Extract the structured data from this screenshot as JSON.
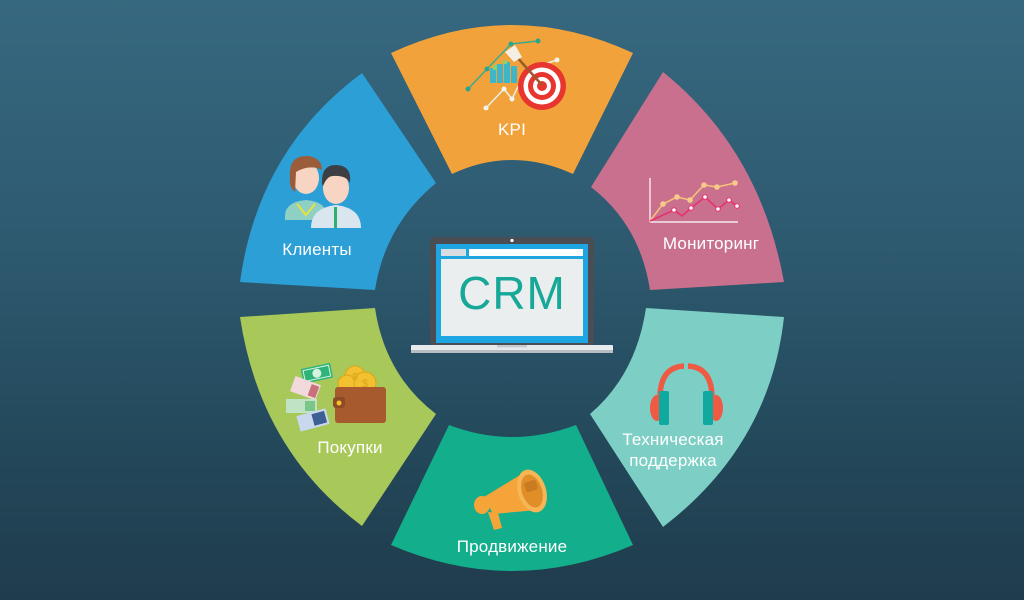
{
  "diagram": {
    "center": {
      "label": "CRM",
      "icon": "laptop-icon",
      "screen_text_color": "#17a897"
    },
    "segments": [
      {
        "id": "kpi",
        "label": "KPI",
        "icon": "target-chart-icon",
        "color": "#f2a23a"
      },
      {
        "id": "monitoring",
        "label": "Мониторинг",
        "icon": "line-chart-icon",
        "color": "#c9708e"
      },
      {
        "id": "support",
        "label_line1": "Техническая",
        "label_line2": "поддержка",
        "icon": "headphones-icon",
        "color": "#7dcfc5"
      },
      {
        "id": "promotion",
        "label": "Продвижение",
        "icon": "megaphone-icon",
        "color": "#13ae8b"
      },
      {
        "id": "purchases",
        "label": "Покупки",
        "icon": "wallet-money-icon",
        "color": "#a8c85a"
      },
      {
        "id": "clients",
        "label": "Клиенты",
        "icon": "people-icon",
        "color": "#2c9fd6"
      }
    ]
  },
  "colors": {
    "background_top": "#36687f",
    "background_bottom": "#1f3c4c"
  }
}
